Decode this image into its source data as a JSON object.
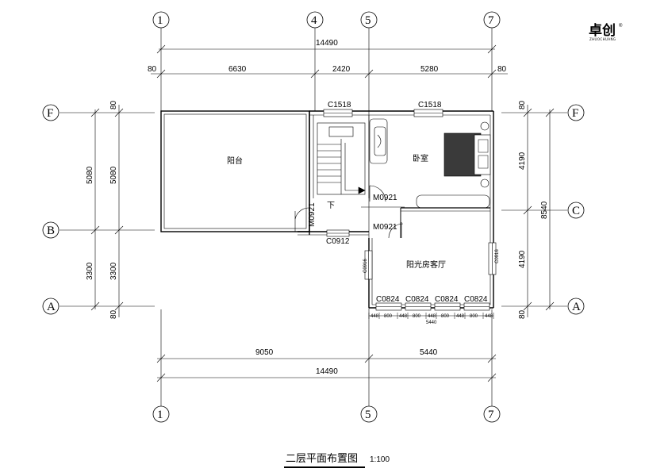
{
  "logo": {
    "text": "卓创",
    "sub": "ZHUOCHUANG",
    "mark": "®"
  },
  "axes_top": [
    "1",
    "4",
    "5",
    "7"
  ],
  "axes_bottom": [
    "1",
    "5",
    "7"
  ],
  "axes_side": [
    "F",
    "B",
    "A"
  ],
  "axis_right_c": "C",
  "dims": {
    "top_total": "14490",
    "top_80_left": "80",
    "top_80_right": "80",
    "top_6630": "6630",
    "top_2420": "2420",
    "top_5280": "5280",
    "left_5080_outer": "5080",
    "left_5080_inner": "5080",
    "left_3300_outer": "3300",
    "left_3300_inner": "3300",
    "left_80_top": "80",
    "left_80_bottom": "80",
    "right_80_top": "80",
    "right_80_bottom": "80",
    "right_4190_top": "4190",
    "right_4190_bottom": "4190",
    "right_8540": "8540",
    "bottom_9050": "9050",
    "bottom_5440": "5440",
    "bottom_total": "14490",
    "window_segments": [
      "448",
      "800",
      "448",
      "800",
      "448",
      "800",
      "448",
      "800",
      "448"
    ],
    "window_total": "5440"
  },
  "windows": {
    "c1518_a": "C1518",
    "c1518_b": "C1518",
    "c0912": "C0912",
    "c0824": [
      "C0824",
      "C0824",
      "C0824",
      "C0824"
    ],
    "c0916_left": "C0916",
    "c0916_right": "C0916"
  },
  "doors": {
    "m0921_a": "M0921",
    "m0921_b": "M0921",
    "m0921_v": "M0921"
  },
  "rooms": {
    "balcony": "阳台",
    "bedroom": "卧室",
    "sunroom": "阳光房客厅",
    "stair_down": "下"
  },
  "title": {
    "main": "二层平面布置图",
    "scale": "1:100"
  }
}
